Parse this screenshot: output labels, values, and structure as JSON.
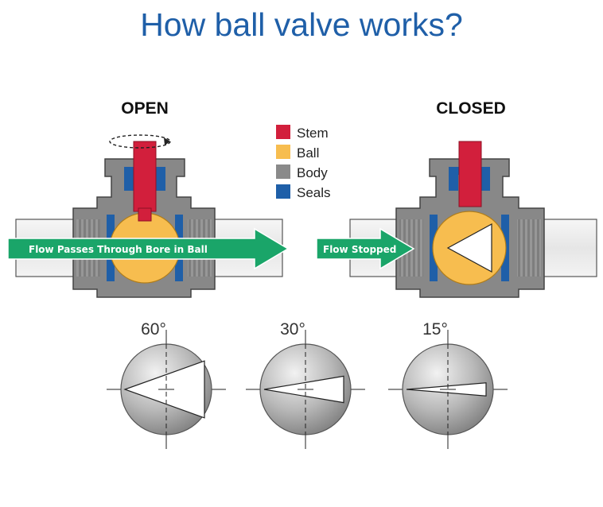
{
  "title": "How ball valve works?",
  "open": {
    "label": "OPEN",
    "flow_label": "Flow Passes Through Bore in Ball"
  },
  "closed": {
    "label": "CLOSED",
    "flow_label": "Flow Stopped"
  },
  "legend": [
    {
      "label": "Stem",
      "color": "#d21f3c"
    },
    {
      "label": "Ball",
      "color": "#f7bd4f"
    },
    {
      "label": "Body",
      "color": "#8a8a8a"
    },
    {
      "label": "Seals",
      "color": "#1f5fa8"
    }
  ],
  "angles": [
    {
      "label": "60°",
      "opening_degrees": 60
    },
    {
      "label": "30°",
      "opening_degrees": 30
    },
    {
      "label": "15°",
      "opening_degrees": 15
    }
  ],
  "colors": {
    "flow_arrow": "#1aa569",
    "title": "#1f5fa8",
    "pipe": "#e9e9e9",
    "body": "#8a8a8a",
    "ball": "#f7bd4f",
    "stem": "#d21f3c",
    "seal": "#1f5fa8"
  }
}
